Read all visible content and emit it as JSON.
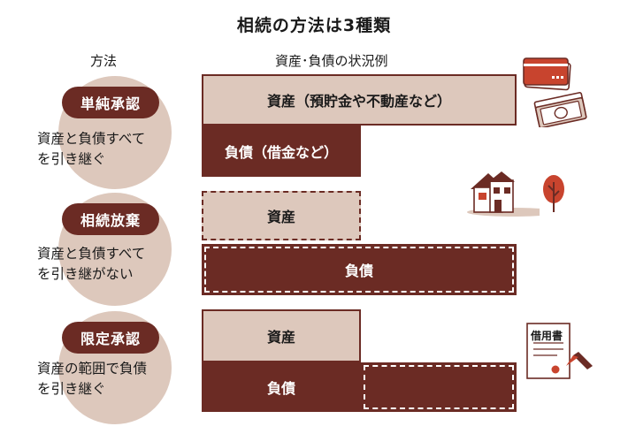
{
  "title": "相続の方法は3種類",
  "column_headers": {
    "method": "方法",
    "situation": "資産･負債の状況例"
  },
  "rows": [
    {
      "method": "単純承認",
      "description_line1": "資産と負債すべて",
      "description_line2": "を引き継ぐ",
      "asset_label": "資産（預貯金や不動産など）",
      "debt_label": "負債（借金など）"
    },
    {
      "method": "相続放棄",
      "description_line1": "資産と負債すべて",
      "description_line2": "を引き継がない",
      "asset_label": "資産",
      "debt_label": "負債"
    },
    {
      "method": "限定承認",
      "description_line1": "資産の範囲で負債",
      "description_line2": "を引き継ぐ",
      "asset_label": "資産",
      "debt_label": "負債"
    }
  ],
  "document_icon_label": "借用書",
  "colors": {
    "dark": "#6b2b24",
    "light": "#ddc8bc",
    "accent": "#c8442e"
  },
  "icons": [
    "cards-money-icon",
    "house-icon",
    "tree-icon",
    "document-pen-icon"
  ]
}
